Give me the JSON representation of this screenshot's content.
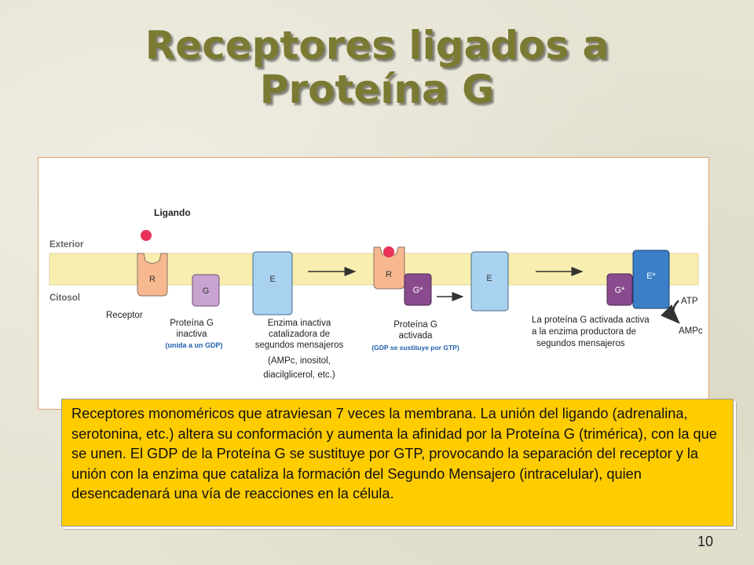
{
  "slide": {
    "title_line1": "Receptores ligados a",
    "title_line2": "Proteína G",
    "page_number": "10"
  },
  "diagram": {
    "labels": {
      "ligando": "Ligando",
      "exterior": "Exterior",
      "citosol": "Citosol",
      "receptor": "Receptor",
      "proteina_g_inactiva_1": "Proteína G",
      "proteina_g_inactiva_2": "inactiva",
      "proteina_g_inactiva_note": "(unida a un GDP)",
      "enzima_1": "Enzima inactiva",
      "enzima_2": "catalizadora de",
      "enzima_3": "segundos mensajeros",
      "enzima_4": "(AMPc, inositol,",
      "enzima_5": "diacilglicerol, etc.)",
      "proteina_g_activada_1": "Proteína G",
      "proteina_g_activada_2": "activada",
      "proteina_g_activada_note": "(GDP se sustituye por GTP)",
      "activa_1": "La proteína G activada activa",
      "activa_2": "a la enzima productora de",
      "activa_3": "segundos mensajeros",
      "atp": "ATP",
      "ampc": "AMPc"
    },
    "box_letters": {
      "r": "R",
      "g": "G",
      "e": "E",
      "g_star": "G*",
      "e_star": "E*"
    },
    "colors": {
      "membrane": "#f8eeb0",
      "receptor": "#f7b890",
      "g_protein": "#c9a3cf",
      "g_protein_active": "#8a4a8e",
      "enzyme": "#a8d2f0",
      "enzyme_active": "#3a7fc8",
      "ligand": "#e8325a",
      "note_bg": "#ffcc00",
      "title": "#7a7a32"
    }
  },
  "note": {
    "text": "Receptores monoméricos que atraviesan 7 veces la membrana. La unión del ligando (adrenalina, serotonina, etc.) altera su conformación y aumenta la afinidad por la Proteína G (trimérica), con la que se unen. El GDP de la Proteína G se sustituye por GTP, provocando la separación del receptor y la unión con la enzima que cataliza la formación del Segundo Mensajero (intracelular), quien desencadenará una vía de reacciones en la célula."
  }
}
